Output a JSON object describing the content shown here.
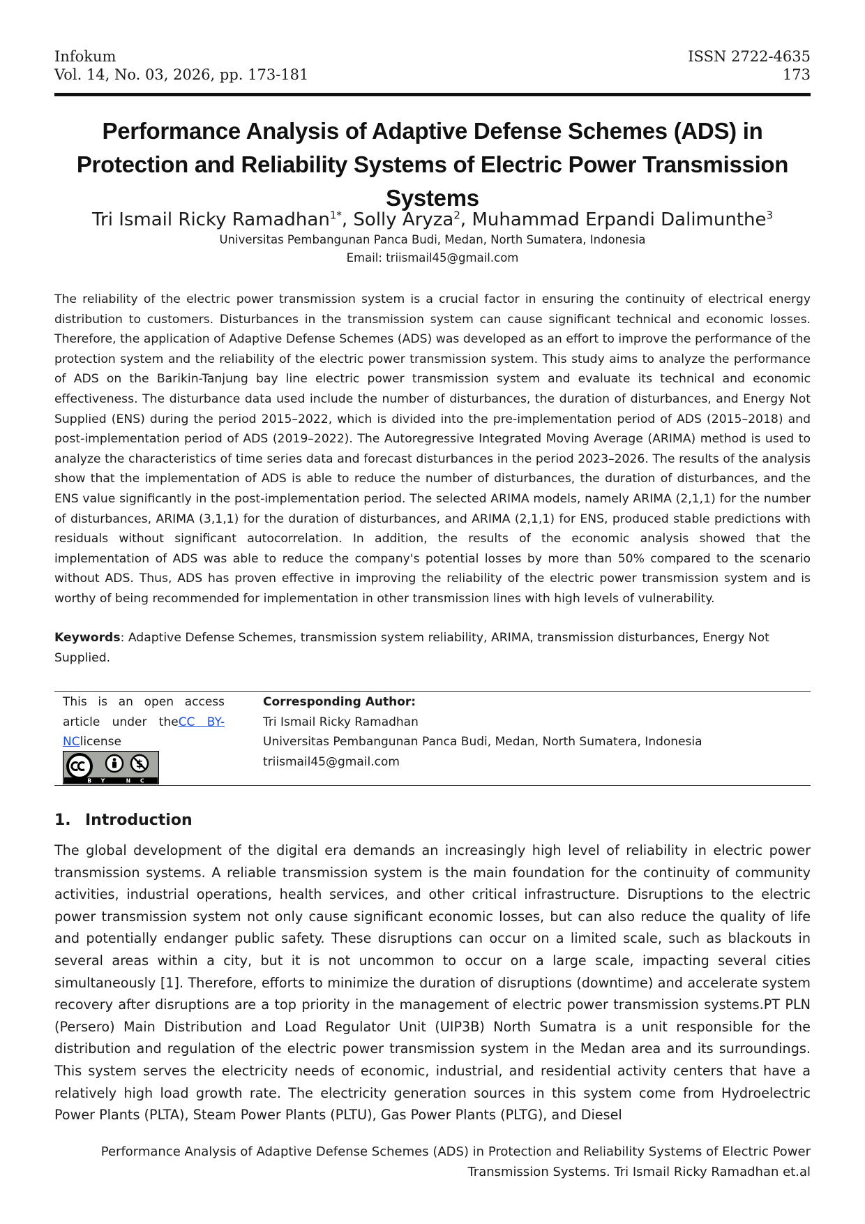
{
  "header": {
    "journal": "Infokum",
    "volume": "Vol. 14, No. 03, 2026, pp. 173-181",
    "issn": "ISSN 2722-4635",
    "page_number": "173"
  },
  "title": "Performance Analysis of Adaptive Defense Schemes (ADS) in Protection and Reliability Systems of Electric Power Transmission Systems",
  "authors": [
    {
      "name": "Tri Ismail Ricky Ramadhan",
      "sup": "1*"
    },
    {
      "name": "Solly Aryza",
      "sup": "2"
    },
    {
      "name": "Muhammad Erpandi Dalimunthe",
      "sup": "3"
    }
  ],
  "author_separator": ", ",
  "affiliation": "Universitas Pembangunan Panca Budi, Medan, North Sumatera, Indonesia",
  "email_line": "Email: triismail45@gmail.com",
  "abstract": "The reliability of the electric power transmission system is a crucial factor in ensuring the continuity of electrical energy distribution to customers. Disturbances in the transmission system can cause significant technical and economic losses. Therefore, the application of Adaptive Defense Schemes (ADS) was developed as an effort to improve the performance of the protection system and the reliability of the electric power transmission system. This study aims to analyze the performance of ADS on the Barikin-Tanjung bay line electric power transmission system and evaluate its technical and economic effectiveness. The disturbance data used include the number of disturbances, the duration of disturbances, and Energy Not Supplied (ENS) during the period 2015–2022, which is divided into the pre-implementation period of ADS (2015–2018) and post-implementation period of ADS (2019–2022). The Autoregressive Integrated Moving Average (ARIMA) method is used to analyze the characteristics of time series data and forecast disturbances in the period 2023–2026. The results of the analysis show that the implementation of ADS is able to reduce the number of disturbances, the duration of disturbances, and the ENS value significantly in the post-implementation period. The selected ARIMA models, namely ARIMA (2,1,1) for the number of disturbances, ARIMA (3,1,1) for the duration of disturbances, and ARIMA (2,1,1) for ENS, produced stable predictions with residuals without significant autocorrelation. In addition, the results of the economic analysis showed that the implementation of ADS was able to reduce the company's potential losses by more than 50% compared to the scenario without ADS. Thus, ADS has proven effective in improving the reliability of the electric power transmission system and is worthy of being recommended for implementation in other transmission lines with high levels of vulnerability.",
  "keywords": {
    "label": "Keywords",
    "text": ": Adaptive Defense Schemes, transmission system reliability, ARIMA, transmission disturbances, Energy Not Supplied."
  },
  "license": {
    "prefix": "This is an open access article under the",
    "link_text": "CC BY-NC",
    "suffix": "license",
    "badge_text": "BY NC"
  },
  "corresponding": {
    "label": "Corresponding Author:",
    "name": "Tri Ismail Ricky Ramadhan",
    "affiliation": "Universitas Pembangunan Panca Budi, Medan, North Sumatera, Indonesia",
    "email": "triismail45@gmail.com"
  },
  "section": {
    "number": "1.",
    "title": "Introduction"
  },
  "introduction": "The global development of the digital era demands an increasingly high level of reliability in electric power transmission systems. A reliable transmission system is the main foundation for the continuity of community activities, industrial operations, health services, and other critical infrastructure. Disruptions to the electric power transmission system not only cause significant economic losses, but can also reduce the quality of life and potentially endanger public safety. These disruptions can occur on a limited scale, such as blackouts in several areas within a city, but it is not uncommon to occur on a large scale, impacting several cities simultaneously [1]. Therefore, efforts to minimize the duration of disruptions (downtime) and accelerate system recovery after disruptions are a top priority in the management of electric power transmission systems.PT PLN (Persero) Main Distribution and Load Regulator Unit (UIP3B) North Sumatra is a unit responsible for the distribution and regulation of the electric power transmission system in the Medan area and its surroundings. This system serves the electricity needs of economic, industrial, and residential activity centers that have a relatively high load growth rate. The electricity generation sources in this system come from Hydroelectric Power Plants (PLTA), Steam Power Plants (PLTU), Gas Power Plants (PLTG), and Diesel",
  "footer": {
    "line1": "Performance Analysis of Adaptive Defense Schemes (ADS) in Protection and Reliability Systems of Electric Power",
    "line2": "Transmission Systems. Tri Ismail Ricky Ramadhan et.al"
  }
}
